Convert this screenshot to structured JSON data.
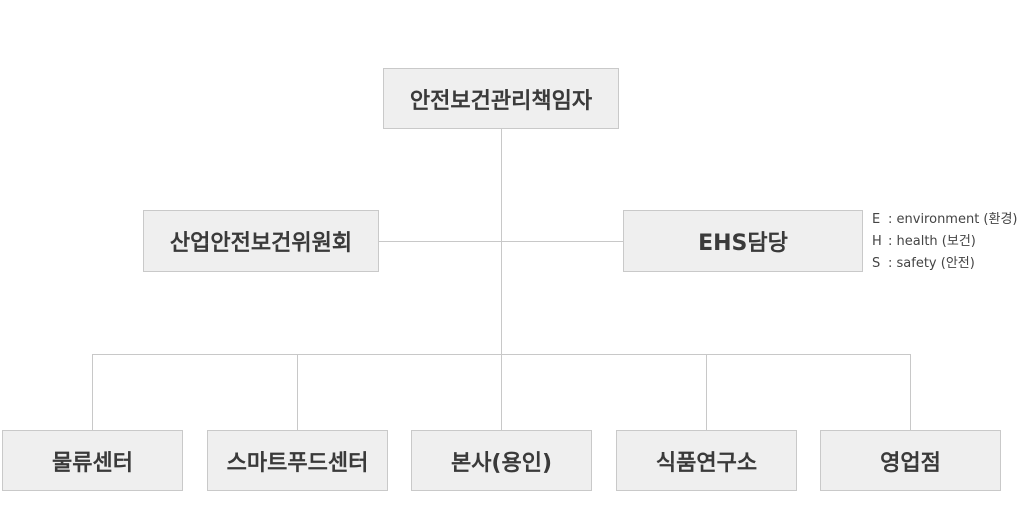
{
  "top": {
    "label": "안전보건관리책임자"
  },
  "left_committee": {
    "label": "산업안전보건위원회"
  },
  "right_ehs": {
    "label": "EHS담당"
  },
  "legend": [
    {
      "key": "E",
      "text": ": environment (환경)"
    },
    {
      "key": "H",
      "text": ": health (보건)"
    },
    {
      "key": "S",
      "text": ": safety (안전)"
    }
  ],
  "bottom": [
    {
      "label": "물류센터"
    },
    {
      "label": "스마트푸드센터"
    },
    {
      "label": "본사(용인)"
    },
    {
      "label": "식품연구소"
    },
    {
      "label": "영업점"
    }
  ],
  "colors": {
    "box_bg": "#efefef",
    "box_border": "#c9c9c9",
    "connector": "#c8c8c8",
    "text": "#3a3a3a"
  }
}
